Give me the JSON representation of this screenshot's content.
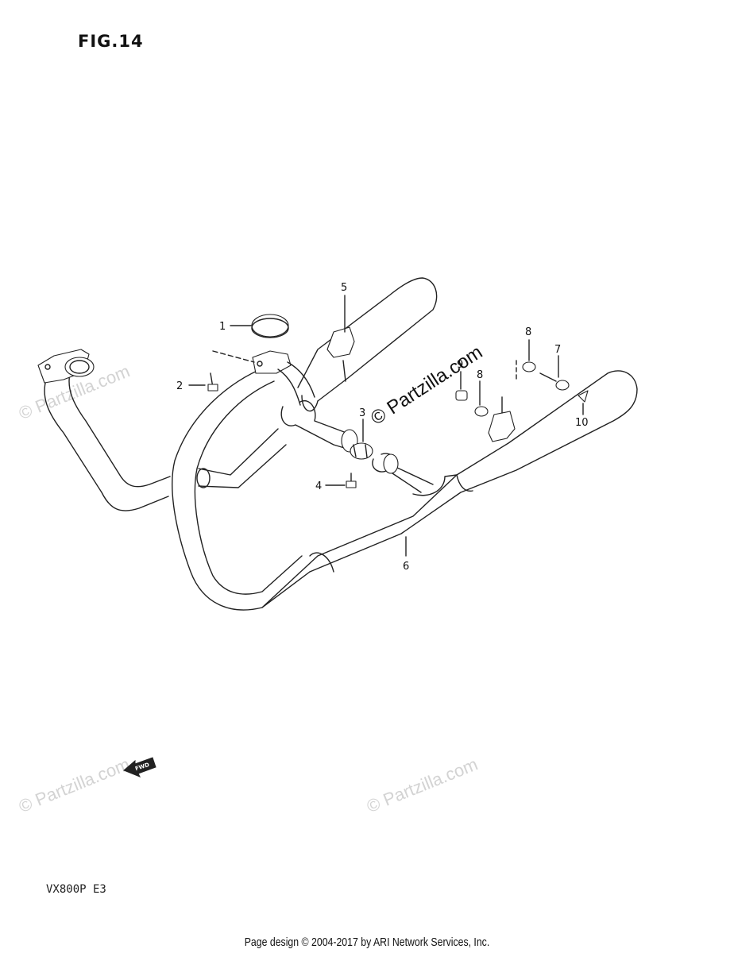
{
  "figure_title": "FIG.14",
  "model_code": "VX800P E3",
  "footer_text": "Page design © 2004-2017 by ARI Network Services, Inc.",
  "center_watermark": "© Partzilla.com",
  "watermark_text": "© Partzilla.com",
  "fwd_label": "FWD",
  "callouts": [
    "1",
    "2",
    "3",
    "4",
    "5",
    "6",
    "7",
    "8",
    "8",
    "9",
    "10"
  ]
}
